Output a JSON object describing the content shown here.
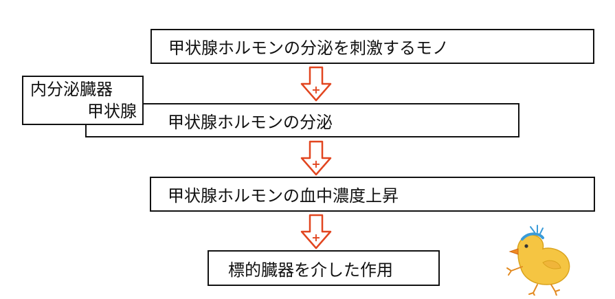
{
  "boxes": {
    "stimulus": "甲状腺ホルモンの分泌を刺激するモノ",
    "secretion": "甲状腺ホルモンの分泌",
    "blood_level": "甲状腺ホルモンの血中濃度上昇",
    "action": "標的臓器を介した作用"
  },
  "organ": {
    "line1": "内分泌臓器",
    "line2": "甲状腺"
  },
  "arrow_symbol": "+",
  "colors": {
    "arrow": "#e2451f",
    "chick_body": "#f5c542",
    "chick_beak": "#f08a24",
    "chick_band": "#3a9bd8"
  }
}
